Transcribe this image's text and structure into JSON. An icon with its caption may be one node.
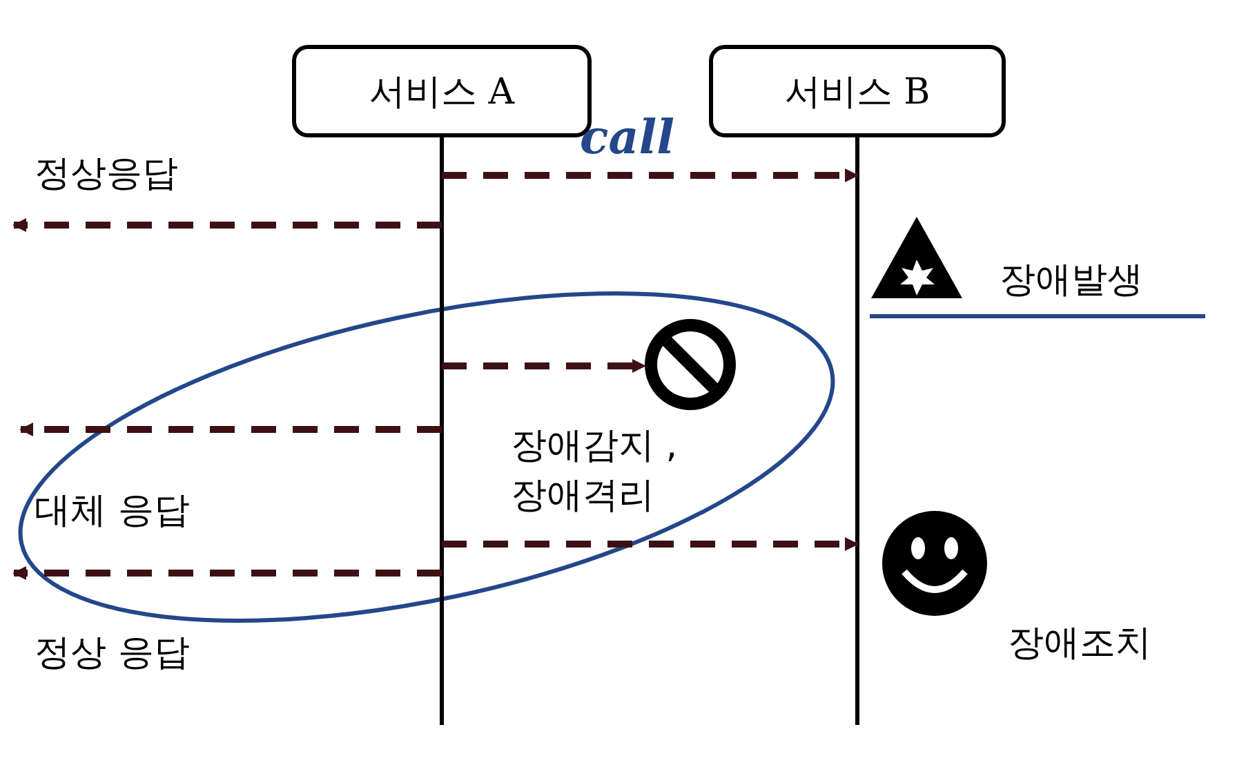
{
  "diagram": {
    "nodes": [
      {
        "text": [
          "서비스 A"
        ]
      },
      {
        "text": [
          "서비스 B"
        ]
      },
      {
        "text": [],
        "shape": "circle"
      }
    ],
    "edges": [
      {
        "from": 0,
        "to": 1,
        "arrow": "to",
        "style": "dashed",
        "label": "call"
      },
      {
        "from": 0,
        "to": null,
        "arrow": "to",
        "style": "dashed"
      },
      {
        "from": 0,
        "to": 2,
        "arrow": "to",
        "style": "dashed"
      },
      {
        "from": 0,
        "to": null,
        "arrow": "to",
        "style": "dashed"
      },
      {
        "from": 0,
        "to": 1,
        "arrow": "to",
        "style": "dashed"
      },
      {
        "from": 0,
        "to": null,
        "arrow": "to",
        "style": "dashed"
      }
    ],
    "labels": [
      "정상응답",
      "장애발생",
      "장애감지 , 장애격리",
      "대체 응답",
      "장애조치",
      "정상 응답"
    ]
  }
}
